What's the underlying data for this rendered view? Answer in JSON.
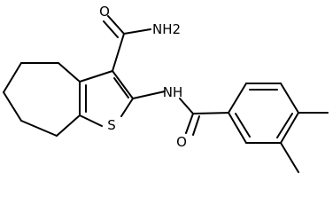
{
  "atoms": {
    "carboxamide_oxygen": "O",
    "carboxamide_nh2": "NH2",
    "amide_nh": "NH",
    "thiophene_sulfur": "S",
    "benzamide_oxygen": "O"
  },
  "colors": {
    "bond": "#000000",
    "label": "#000000",
    "background": "#ffffff"
  }
}
